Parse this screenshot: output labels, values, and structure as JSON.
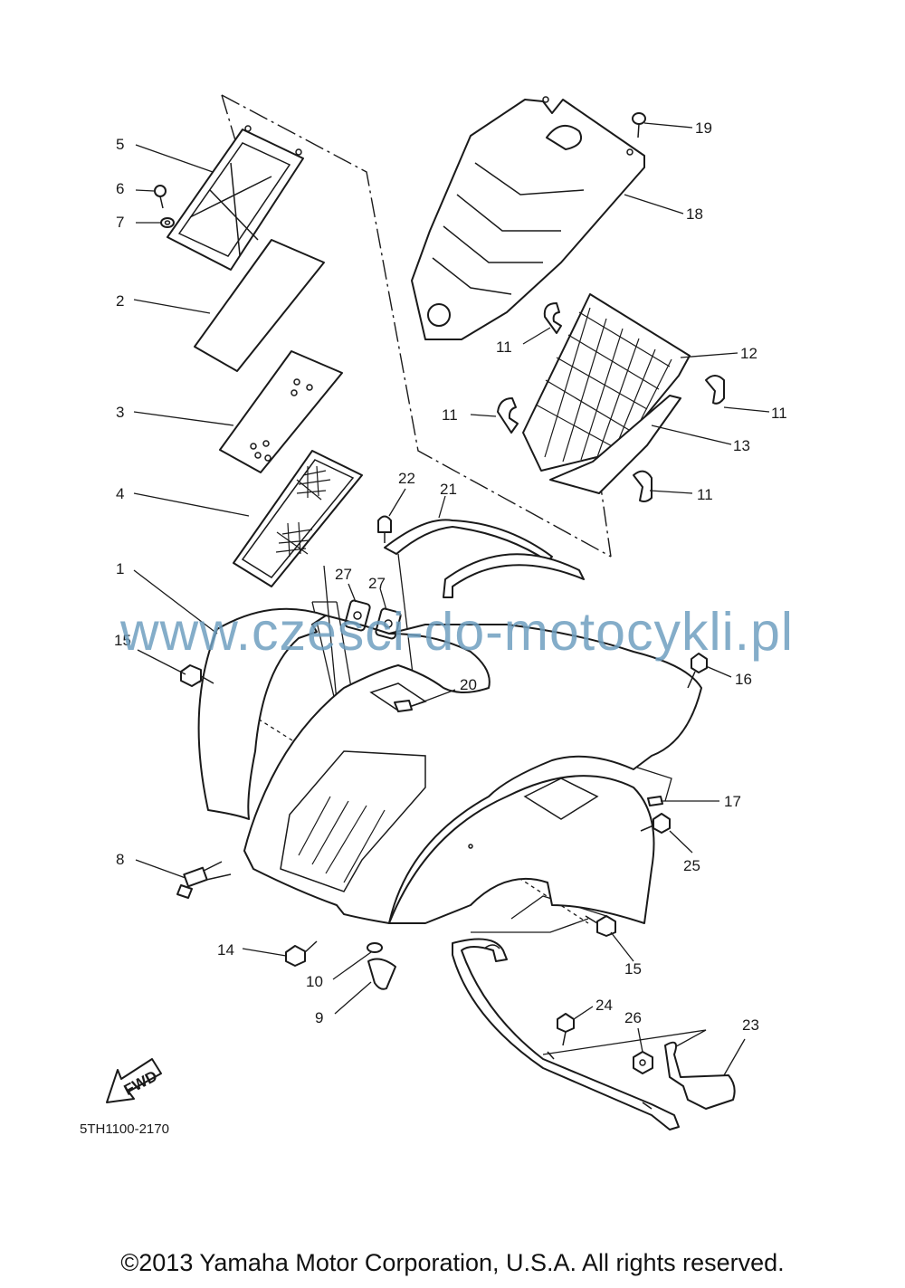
{
  "callouts": {
    "c1": "1",
    "c2": "2",
    "c3": "3",
    "c4": "4",
    "c5": "5",
    "c6": "6",
    "c7": "7",
    "c8": "8",
    "c9": "9",
    "c10": "10",
    "c11a": "11",
    "c11b": "11",
    "c11c": "11",
    "c11d": "11",
    "c12": "12",
    "c13": "13",
    "c14": "14",
    "c15a": "15",
    "c15b": "15",
    "c16": "16",
    "c17": "17",
    "c18": "18",
    "c19": "19",
    "c20": "20",
    "c21": "21",
    "c22": "22",
    "c23": "23",
    "c24": "24",
    "c25": "25",
    "c26": "26",
    "c27a": "27",
    "c27b": "27"
  },
  "fwd_label": "FWD",
  "watermark": "www.czesci-do-motocykli.pl",
  "doc_code": "5TH1100-2170",
  "copyright": "©2013 Yamaha Motor Corporation, U.S.A. All rights reserved."
}
